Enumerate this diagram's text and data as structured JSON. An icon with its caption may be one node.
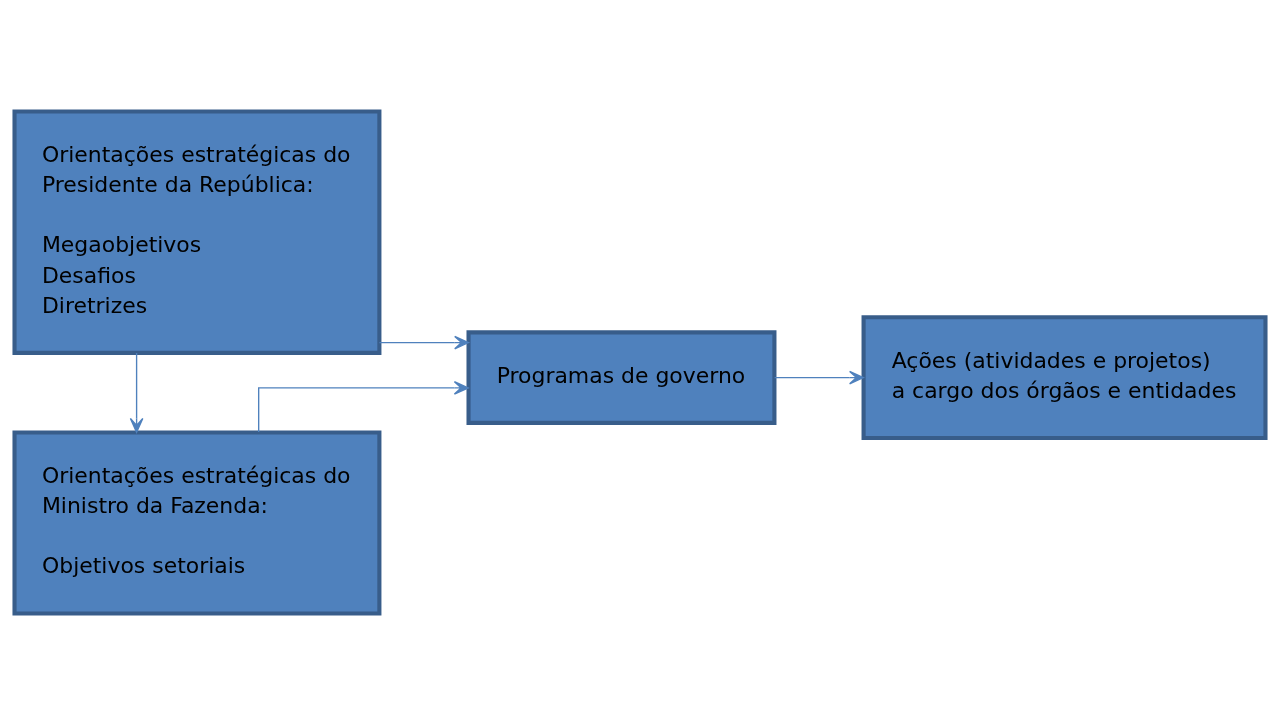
{
  "diagram": {
    "nodes": [
      {
        "text": [
          "Orientações estratégicas do Presidente da República:",
          "Megaobjetivos",
          "Desafios",
          "Diretrizes"
        ]
      },
      {
        "text": [
          "Orientações estratégicas do Ministro da Fazenda:",
          "Objetivos setoriais"
        ]
      },
      {
        "text": [
          "Programas de governo"
        ]
      },
      {
        "text": [
          "Ações (atividades e projetos) a cargo dos órgãos e entidades"
        ]
      }
    ],
    "edges": [
      {
        "from": 0,
        "to": 1,
        "arrow": "to"
      },
      {
        "from": 0,
        "to": 2,
        "arrow": "to"
      },
      {
        "from": 1,
        "to": 2,
        "arrow": "to"
      },
      {
        "from": 2,
        "to": 3,
        "arrow": "to"
      }
    ]
  }
}
